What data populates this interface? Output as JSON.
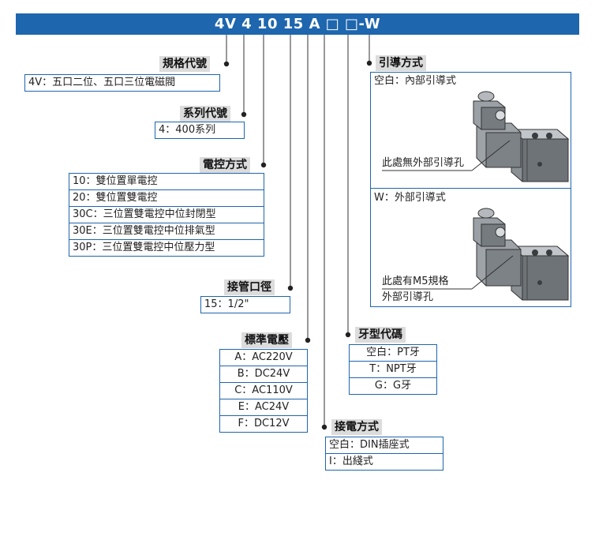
{
  "header": {
    "model_code": "4V 4 10 15 A □ □-W"
  },
  "sections": {
    "spec_code": {
      "title": "規格代號",
      "items": [
        "4V：五口二位、五口三位電磁閥"
      ]
    },
    "series_code": {
      "title": "系列代號",
      "items": [
        "4：400系列"
      ]
    },
    "control_method": {
      "title": "電控方式",
      "items": [
        "10：雙位置單電控",
        "20：雙位置雙電控",
        "30C：三位置雙電控中位封閉型",
        "30E：三位置雙電控中位排氣型",
        "30P：三位置雙電控中位壓力型"
      ]
    },
    "port_size": {
      "title": "接管口徑",
      "items": [
        "15：1/2\""
      ]
    },
    "voltage": {
      "title": "標準電壓",
      "items": [
        "A：AC220V",
        "B：DC24V",
        "C：AC110V",
        "E：AC24V",
        "F：DC12V"
      ]
    },
    "thread_type": {
      "title": "牙型代碼",
      "items": [
        "空白：PT牙",
        "T：NPT牙",
        "G：G牙"
      ]
    },
    "wiring": {
      "title": "接電方式",
      "items": [
        "空白：DIN插座式",
        "I：出綫式"
      ]
    },
    "pilot": {
      "title": "引導方式",
      "internal_caption": "空白：內部引導式",
      "internal_note": "此處無外部引導孔",
      "external_caption": "W：外部引導式",
      "external_note_1": "此處有M5規格",
      "external_note_2": "外部引導孔"
    }
  },
  "colors": {
    "header_bg": "#1e66ae",
    "border": "#1e66ae",
    "title_bg": "#dcdcdc"
  }
}
